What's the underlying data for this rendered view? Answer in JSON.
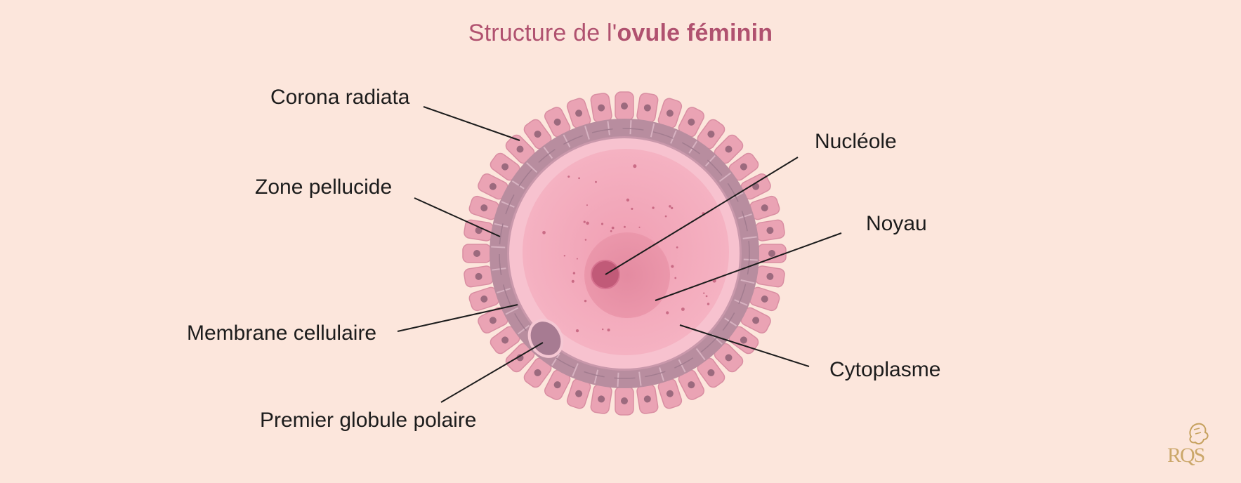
{
  "title": {
    "prefix": "Structure de l'",
    "bold": "ovule féminin"
  },
  "labels": {
    "corona": "Corona radiata",
    "zone": "Zone pellucide",
    "membrane": "Membrane cellulaire",
    "globule": "Premier globule polaire",
    "nucleole": "Nucléole",
    "noyau": "Noyau",
    "cytoplasme": "Cytoplasme"
  },
  "logo": {
    "text": "RQS"
  },
  "colors": {
    "background": "#fce6dc",
    "title": "#b0516f",
    "corona_cell": "#eaa3b4",
    "zona": "#b88d9f",
    "membrane": "#f6bccb",
    "cytoplasm": "#f2a8ba",
    "nucleus": "#e68aa0",
    "nucleolus": "#c15a78",
    "polar_body": "#a77b92",
    "logo": "#c6a15e"
  }
}
